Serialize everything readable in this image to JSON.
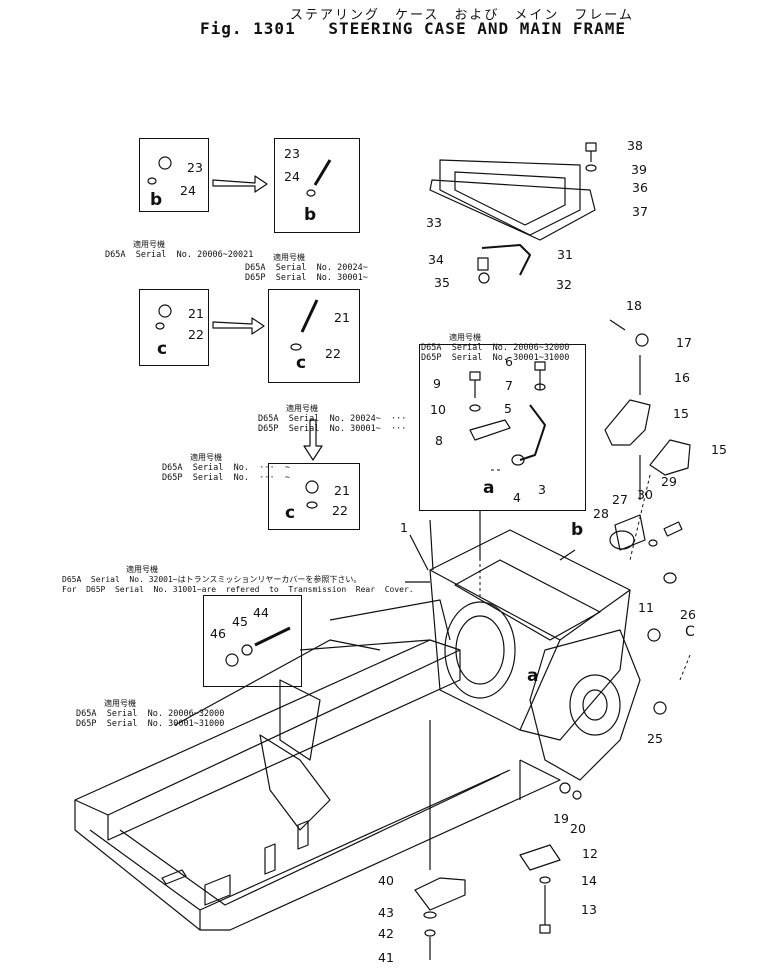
{
  "title": {
    "japanese": "ステアリング　ケース　および　メイン　フレーム",
    "figure": "Fig. 1301",
    "english": "STEERING CASE AND MAIN FRAME"
  },
  "notes": {
    "panel_b_left": {
      "heading": "適用号機",
      "lines": [
        "D65A  Serial  No. 20006~20021"
      ]
    },
    "panel_b_right": {
      "heading": "適用号機",
      "lines": [
        "D65A  Serial  No. 20024~",
        "D65P  Serial  No. 30001~"
      ]
    },
    "panel_c_right": {
      "heading": "適用号機",
      "lines": [
        "D65A  Serial  No. 20024~  ···",
        "D65P  Serial  No. 30001~  ···"
      ]
    },
    "panel_c_lower": {
      "heading": "適用号機",
      "lines": [
        "D65A  Serial  No.  ···  ~",
        "D65P  Serial  No.  ···  ~"
      ]
    },
    "panel_a": {
      "heading": "適用号機",
      "lines": [
        "D65A  Serial  No. 20006~32000",
        "D65P  Serial  No. 30001~31000"
      ]
    },
    "rear_cover": {
      "heading": "適用号機",
      "lines": [
        "D65A  Serial  No. 32001~はトランスミッションリヤーカバーを参照下さい。",
        "For  D65P  Serial  No. 31001~are  refered  to  Transmission  Rear  Cover."
      ]
    },
    "panel_44": {
      "heading": "適用号機",
      "lines": [
        "D65A  Serial  No. 20006~32000",
        "D65P  Serial  No. 30001~31000"
      ]
    }
  },
  "callouts": {
    "n1": "1",
    "n3": "3",
    "n4": "4",
    "n5": "5",
    "n6": "6",
    "n7": "7",
    "n8": "8",
    "n9": "9",
    "n10": "10",
    "n11": "11",
    "n12": "12",
    "n13": "13",
    "n14": "14",
    "n15a": "15",
    "n15b": "15",
    "n16": "16",
    "n17": "17",
    "n18": "18",
    "n19": "19",
    "n20": "20",
    "n21a": "21",
    "n21b": "21",
    "n21c": "21",
    "n22a": "22",
    "n22b": "22",
    "n22c": "22",
    "n23a": "23",
    "n23b": "23",
    "n24a": "24",
    "n24b": "24",
    "n25": "25",
    "n26": "26",
    "n27": "27",
    "n28": "28",
    "n29": "29",
    "n30": "30",
    "n31": "31",
    "n32": "32",
    "n33": "33",
    "n34": "34",
    "n35": "35",
    "n36": "36",
    "n37": "37",
    "n38": "38",
    "n39": "39",
    "n40": "40",
    "n41": "41",
    "n42": "42",
    "n43": "43",
    "n44": "44",
    "n45": "45",
    "n46": "46"
  },
  "view_letters": {
    "b1": "b",
    "b2": "b",
    "b3": "b",
    "c1": "c",
    "c2": "c",
    "c3": "c",
    "c4": "C",
    "a1": "a",
    "a2": "a"
  }
}
